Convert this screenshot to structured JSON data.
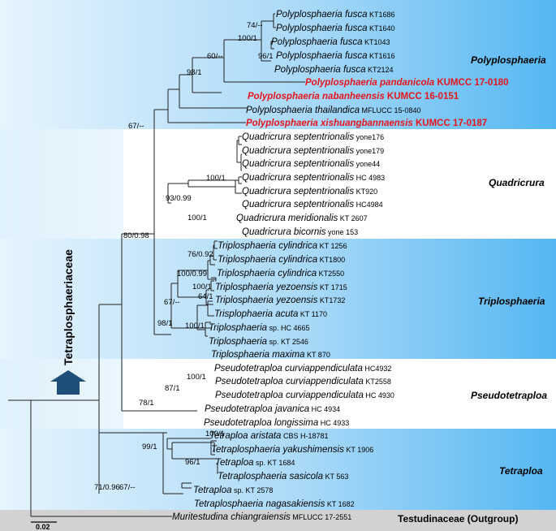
{
  "family_label": "Tetraplosphaeriaceae",
  "scale_label": "0.02",
  "outgroup_label": "Testudinaceae (Outgroup)",
  "clades": {
    "polyplosphaeria": "Polyplosphaeria",
    "quadricrura": "Quadricrura",
    "triplosphaeria": "Triplosphaeria",
    "pseudotetraploa": "Pseudotetraploa",
    "tetraploa": "Tetraploa"
  },
  "taxa": [
    {
      "sp": "Polyplosphaeria fusca",
      "acc": "KT1686"
    },
    {
      "sp": "Polyplosphaeria fusca",
      "acc": "KT1640"
    },
    {
      "sp": "Polyplosphaeria fusca",
      "acc": "KT1043"
    },
    {
      "sp": "Polyplosphaeria fusca",
      "acc": "KT1616"
    },
    {
      "sp": "Polyplosphaeria fusca",
      "acc": "KT2124"
    },
    {
      "sp": "Polyplosphaeria pandanicola",
      "acc": "KUMCC 17-0180"
    },
    {
      "sp": "Polyplosphaeria nabanheensis",
      "acc": "KUMCC 16-0151"
    },
    {
      "sp": "Polyplosphaeria thailandica",
      "acc": "MFLUCC 15-0840"
    },
    {
      "sp": "Polyplosphaeria xishuangbannaensis",
      "acc": "KUMCC 17-0187"
    },
    {
      "sp": "Quadricrura septentrionalis",
      "acc": "yone176"
    },
    {
      "sp": "Quadricrura septentrionalis",
      "acc": "yone179"
    },
    {
      "sp": "Quadricrura septentrionalis",
      "acc": "yone44"
    },
    {
      "sp": "Quadricrura septentrionalis",
      "acc": "HC 4983"
    },
    {
      "sp": "Quadricrura septentrionalis",
      "acc": "KT920"
    },
    {
      "sp": "Quadricrura septentrionalis",
      "acc": "HC4984"
    },
    {
      "sp": "Quadricrura meridionalis",
      "acc": "KT 2607"
    },
    {
      "sp": "Quadricrura bicornis",
      "acc": "yone 153"
    },
    {
      "sp": "Triplosphaeria cylindrica",
      "acc": "KT 1256"
    },
    {
      "sp": "Triplosphaeria cylindrica",
      "acc": "KT1800"
    },
    {
      "sp": "Triplosphaeria cylindrica",
      "acc": "KT2550"
    },
    {
      "sp": "Triplosphaeria yezoensis",
      "acc": "KT 1715"
    },
    {
      "sp": "Triplosphaeria yezoensis",
      "acc": "KT1732"
    },
    {
      "sp": "Trisplophaeria acuta",
      "acc": "KT 1170"
    },
    {
      "sp": "Triplosphaeria",
      "acc": "sp. HC 4665"
    },
    {
      "sp": "Triplosphaeria",
      "acc": "sp. KT 2546"
    },
    {
      "sp": "Triplosphaeria maxima",
      "acc": "KT 870"
    },
    {
      "sp": "Pseudotetraploa curviappendiculata",
      "acc": "HC4932"
    },
    {
      "sp": "Pseudotetraploa curviappendiculata",
      "acc": "KT2558"
    },
    {
      "sp": "Pseudotetraploa curviappendiculata",
      "acc": "HC 4930"
    },
    {
      "sp": "Pseudotetraploa javanica",
      "acc": "HC 4934"
    },
    {
      "sp": "Pseudotetraploa longissima",
      "acc": "HC 4933"
    },
    {
      "sp": "Tetraploa aristata",
      "acc": "CBS H-18781"
    },
    {
      "sp": "Tetraplosphaeria yakushimensis",
      "acc": "KT 1906"
    },
    {
      "sp": "Tetraploa",
      "acc": "sp. KT 1684"
    },
    {
      "sp": "Tetraplosphaeria sasicola",
      "acc": "KT 563"
    },
    {
      "sp": "Tetraploa",
      "acc": "sp. KT 2578"
    },
    {
      "sp": "Tetraplosphaeria nagasakiensis",
      "acc": "KT 1682"
    },
    {
      "sp": "Muritestudina chiangraiensis",
      "acc": "MFLUCC 17-2551"
    }
  ],
  "supports": [
    "74/--",
    "100/1",
    "96/1",
    "60/--",
    "98/1",
    "67/--",
    "100/1",
    "93/0.99",
    "100/1",
    "80/0.98",
    "76/0.92",
    "100/0.99",
    "100/1",
    "64/1",
    "67/--",
    "98/1",
    "100/1",
    "100/1",
    "87/1",
    "78/1",
    "100/1",
    "99/1",
    "96/1",
    "71/0.96",
    "67/--"
  ],
  "colors": {
    "band_blue": "#55b7f2",
    "band_light": "#e3f3fd",
    "outgroup_band": "#d2d2d2",
    "new_species": "#e8141b",
    "arrow": "#1f4e79"
  }
}
